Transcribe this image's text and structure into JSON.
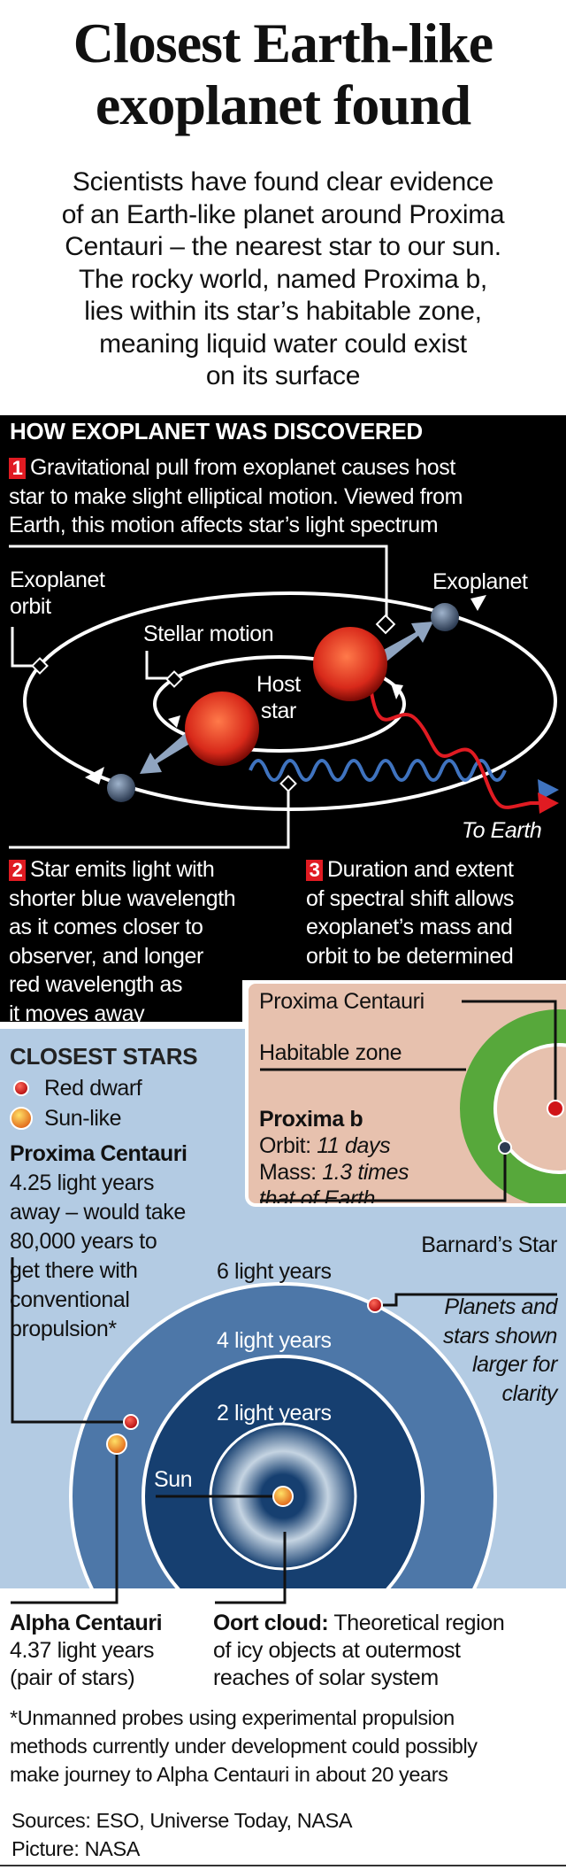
{
  "title": {
    "line1": "Closest Earth-like",
    "line2": "exoplanet found"
  },
  "intro": [
    "Scientists have found clear evidence",
    "of an Earth-like planet around Proxima",
    "Centauri – the nearest star to our sun.",
    "The rocky world, named Proxima b,",
    "lies within its star’s habitable zone,",
    "meaning liquid water could exist",
    "on its surface"
  ],
  "discovery": {
    "heading": "HOW EXOPLANET WAS DISCOVERED",
    "step1": {
      "num": "1",
      "lines": [
        "Gravitational pull from exoplanet causes host",
        "star to make slight elliptical motion. Viewed from",
        "Earth, this motion affects star’s light spectrum"
      ]
    },
    "labels": {
      "orbit1": "Exoplanet",
      "orbit2": "orbit",
      "stellar": "Stellar motion",
      "host1": "Host",
      "host2": "star",
      "exoplanet": "Exoplanet",
      "to_earth": "To Earth"
    },
    "step2": {
      "num": "2",
      "lines": [
        "Star emits light with",
        "shorter blue wavelength",
        "as it comes closer to",
        "observer, and longer",
        "red wavelength as",
        "it moves away"
      ]
    },
    "step3": {
      "num": "3",
      "lines": [
        "Duration and extent",
        "of spectral shift allows",
        "exoplanet’s mass and",
        "orbit to be determined"
      ]
    }
  },
  "proxima_box": {
    "star": "Proxima Centauri",
    "zone": "Habitable zone",
    "planet": "Proxima b",
    "orbit_label": "Orbit:",
    "orbit_value": "11 days",
    "mass_label": "Mass:",
    "mass_value1": "1.3 times",
    "mass_value2": "that of Earth"
  },
  "closest": {
    "heading": "CLOSEST STARS",
    "legend": {
      "red": "Red dwarf",
      "sun": "Sun-like"
    },
    "proxima_title": "Proxima Centauri",
    "proxima_lines": [
      "4.25 light years",
      "away – would take",
      "80,000 years to",
      "get there with",
      "conventional",
      "propulsion*"
    ],
    "rings": {
      "six": "6 light years",
      "four": "4 light years",
      "two": "2 light years"
    },
    "sun": "Sun",
    "barnard": "Barnard’s Star",
    "note": [
      "Planets and",
      "stars shown",
      "larger for",
      "clarity"
    ],
    "alpha_title": "Alpha Centauri",
    "alpha_lines": [
      "4.37 light years",
      "(pair of stars)"
    ],
    "oort_title": "Oort cloud:",
    "oort_lines": [
      " Theoretical region",
      "of icy objects at outermost",
      "reaches of solar system"
    ]
  },
  "footnote": [
    "*Unmanned probes using experimental propulsion",
    "methods currently under development could possibly",
    "make journey to Alpha Centauri in about 20 years"
  ],
  "sources": "Sources: ESO, Universe Today, NASA",
  "picture": "Picture: NASA",
  "colors": {
    "red": "#e01b22",
    "blue_light": "#b3cbe3",
    "blue_mid": "#4d77a8",
    "blue_dark": "#163f70",
    "pink": "#e7c1ae",
    "green": "#57a83b"
  }
}
